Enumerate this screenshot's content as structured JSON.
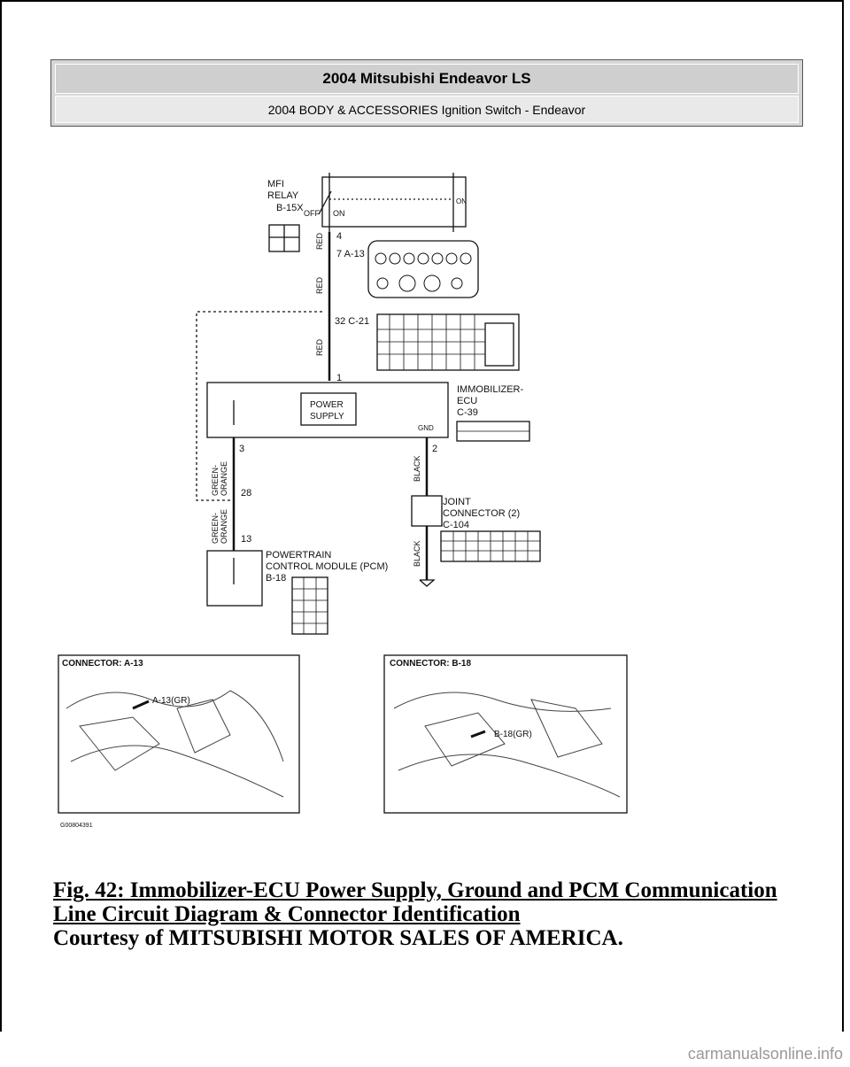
{
  "header": {
    "title": "2004 Mitsubishi Endeavor LS",
    "subtitle": "2004 BODY & ACCESSORIES Ignition Switch - Endeavor"
  },
  "diagram": {
    "mfi_relay_label1": "MFI",
    "mfi_relay_label2": "RELAY",
    "mfi_relay_id": "B-15X",
    "relay_off": "OFF",
    "relay_on": "ON",
    "relay_right_label": "ON",
    "pin_4": "4",
    "conn_a13": "7  A-13",
    "conn_c21": "32  C-21",
    "pin_1": "1",
    "wire_red": "RED",
    "ecu_label1": "IMMOBILIZER-",
    "ecu_label2": "ECU",
    "ecu_id": "C-39",
    "power_supply1": "POWER",
    "power_supply2": "SUPPLY",
    "gnd": "GND",
    "pin_3": "3",
    "pin_2": "2",
    "pin_28": "28",
    "pin_13": "13",
    "wire_green_orange1": "GREEN-",
    "wire_green_orange2": "ORANGE",
    "wire_black": "BLACK",
    "joint_label1": "JOINT",
    "joint_label2": "CONNECTOR (2)",
    "joint_id": "C-104",
    "pcm_label1": "POWERTRAIN",
    "pcm_label2": "CONTROL MODULE (PCM)",
    "pcm_id": "B-18",
    "photo1_title": "CONNECTOR: A-13",
    "photo1_callout": "A-13(GR)",
    "photo2_title": "CONNECTOR: B-18",
    "photo2_callout": "B-18(GR)",
    "figure_code": "G00804391"
  },
  "caption": {
    "line1": "Fig. 42: Immobilizer-ECU Power Supply, Ground and PCM Communication",
    "line2": "Line Circuit Diagram & Connector Identification",
    "line3": "Courtesy of MITSUBISHI MOTOR SALES OF AMERICA."
  },
  "footer": {
    "watermark": "carmanualsonline.info"
  }
}
